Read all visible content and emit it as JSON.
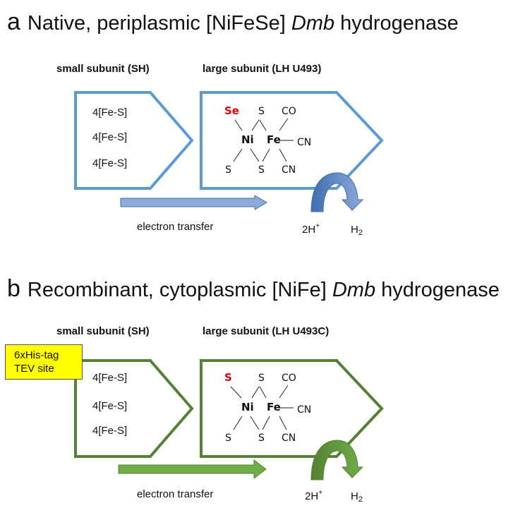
{
  "colors": {
    "panel_a": "#5b9bd5",
    "panel_a_arrow": "#8eaadb",
    "panel_b": "#548235",
    "panel_b_arrow": "#70ad47",
    "highlight": "#e00000",
    "tag_bg": "#ffff00"
  },
  "panels": [
    {
      "letter": "a",
      "title_pre": "Native, periplasmic [NiFeSe] ",
      "title_em": "Dmb",
      "title_post": " hydrogenase",
      "small_label": "small subunit (SH)",
      "large_label": "large subunit (LH U493)",
      "clusters": [
        "4[Fe-S]",
        "4[Fe-S]",
        "4[Fe-S]"
      ],
      "site": {
        "ligand": "Se",
        "s1": "S",
        "co": "CO",
        "ni": "Ni",
        "fe": "Fe",
        "cn1": "CN",
        "s2": "S",
        "s3": "S",
        "cn2": "CN"
      },
      "electron_label": "electron transfer",
      "proton": "2H",
      "proton_sup": "+",
      "h2": "H",
      "h2_sub": "2"
    },
    {
      "letter": "b",
      "title_pre": "Recombinant, cytoplasmic [NiFe] ",
      "title_em": "Dmb",
      "title_post": " hydrogenase",
      "small_label": "small subunit (SH)",
      "large_label": "large subunit (LH U493C)",
      "clusters": [
        "4[Fe-S]",
        "4[Fe-S]",
        "4[Fe-S]"
      ],
      "site": {
        "ligand": "S",
        "s1": "S",
        "co": "CO",
        "ni": "Ni",
        "fe": "Fe",
        "cn1": "CN",
        "s2": "S",
        "s3": "S",
        "cn2": "CN"
      },
      "electron_label": "electron transfer",
      "proton": "2H",
      "proton_sup": "+",
      "h2": "H",
      "h2_sub": "2",
      "tag_line1": "6xHis-tag",
      "tag_line2": "TEV site"
    }
  ]
}
